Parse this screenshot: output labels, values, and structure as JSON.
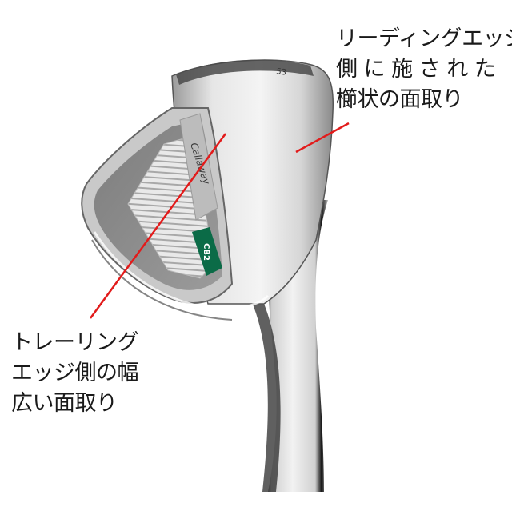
{
  "image": {
    "subject": "golf wedge club head",
    "brand_mark": "Callaway",
    "model_badge": "CB2",
    "badge_color": "#0b6b47",
    "pointer_color": "#e21b1b"
  },
  "annotations": {
    "leading_edge": {
      "lines": [
        "リーディングエッジ",
        "側 に 施 さ れ た",
        "櫛状の面取り"
      ]
    },
    "trailing_edge": {
      "lines": [
        "トレーリング",
        "エッジ側の幅",
        "広い面取り"
      ]
    }
  }
}
